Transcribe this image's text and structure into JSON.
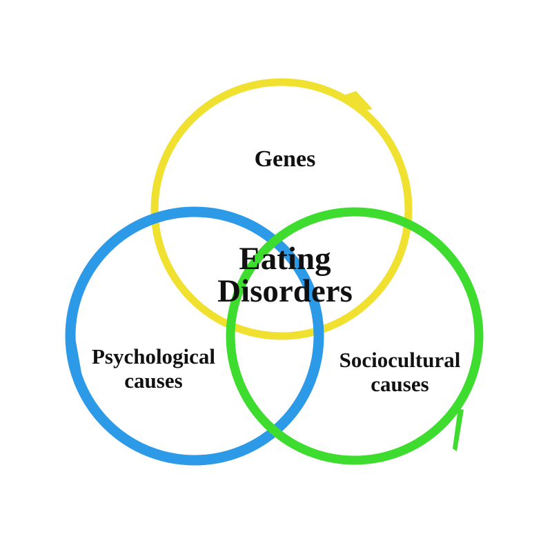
{
  "diagram": {
    "type": "venn",
    "center": {
      "line1": "Eating",
      "line2": "Disorders"
    },
    "circles": [
      {
        "id": "genes",
        "label": "Genes",
        "color": "#f0e030"
      },
      {
        "id": "psychological",
        "label_line1": "Psychological",
        "label_line2": "causes",
        "color": "#2c9ae6"
      },
      {
        "id": "sociocultural",
        "label_line1": "Sociocultural",
        "label_line2": "causes",
        "color": "#3ddc2e"
      }
    ]
  }
}
